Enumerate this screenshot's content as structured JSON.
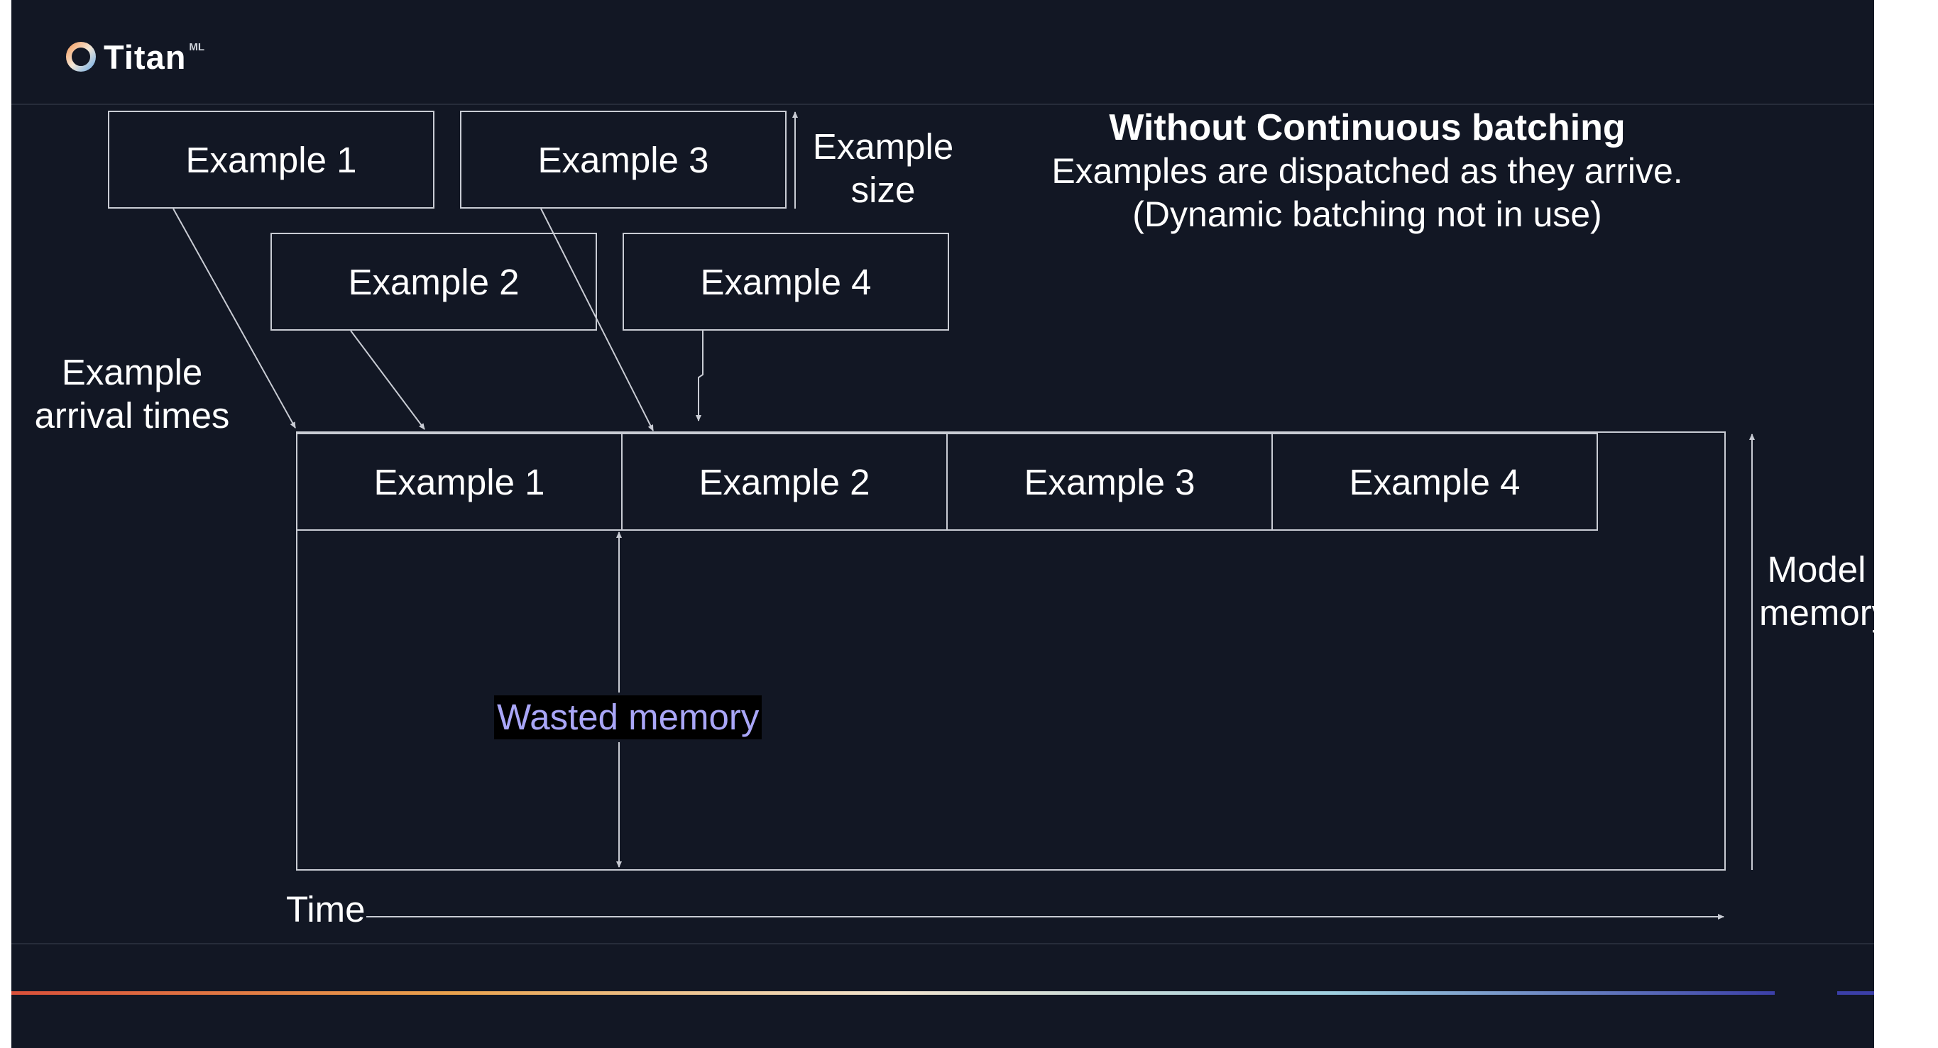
{
  "brand": {
    "name": "Titan",
    "superscript": "ML"
  },
  "title": {
    "heading": "Without Continuous batching",
    "line1": "Examples are dispatched as they arrive.",
    "line2": "(Dynamic batching not in use)"
  },
  "labels": {
    "example_size": [
      "Example",
      "size"
    ],
    "arrival_times": [
      "Example",
      "arrival times"
    ],
    "model_memory": [
      "Model",
      "memory"
    ],
    "time": "Time",
    "wasted_memory": "Wasted memory"
  },
  "arrivals": [
    {
      "label": "Example 1",
      "row": 0,
      "col": 0
    },
    {
      "label": "Example 3",
      "row": 0,
      "col": 1
    },
    {
      "label": "Example 2",
      "row": 1,
      "col": 0
    },
    {
      "label": "Example 4",
      "row": 1,
      "col": 1
    }
  ],
  "timeline": [
    "Example 1",
    "Example 2",
    "Example 3",
    "Example 4"
  ],
  "colors": {
    "background": "#121724",
    "foreground": "#ffffff",
    "line": "#c9ccd4",
    "wasted": "#a9a6f7",
    "wasted_bg": "#000000",
    "gradient": [
      "#d9503a",
      "#e9a24d",
      "#f1e4cf",
      "#9fd0e0",
      "#4f79c9",
      "#3b3fa8"
    ]
  }
}
